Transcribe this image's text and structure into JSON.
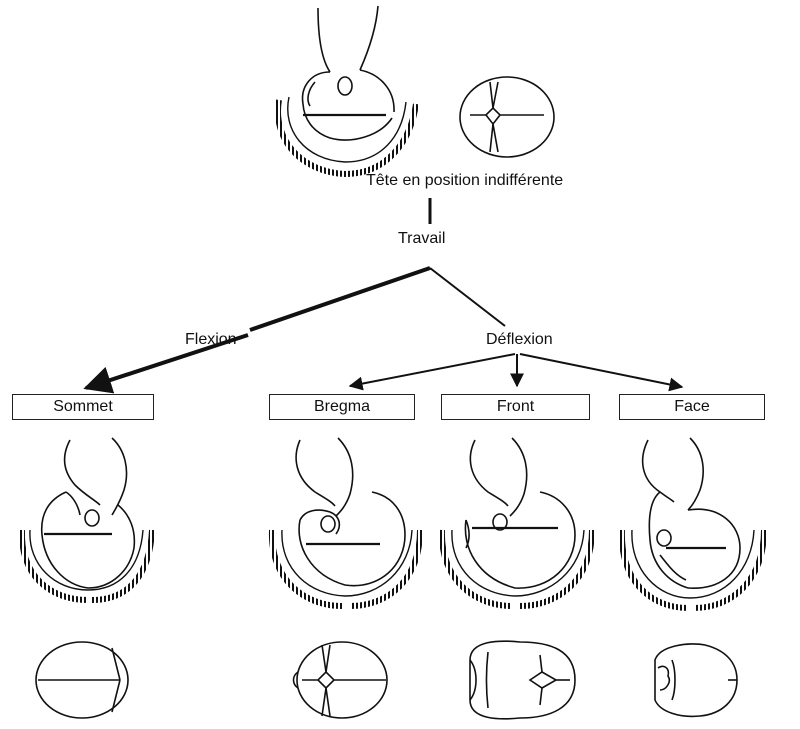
{
  "labels": {
    "start": "Tête en position indifférente",
    "labor": "Travail",
    "flexion": "Flexion",
    "deflexion": "Déflexion"
  },
  "boxes": {
    "sommet": "Sommet",
    "bregma": "Bregma",
    "front": "Front",
    "face": "Face"
  }
}
